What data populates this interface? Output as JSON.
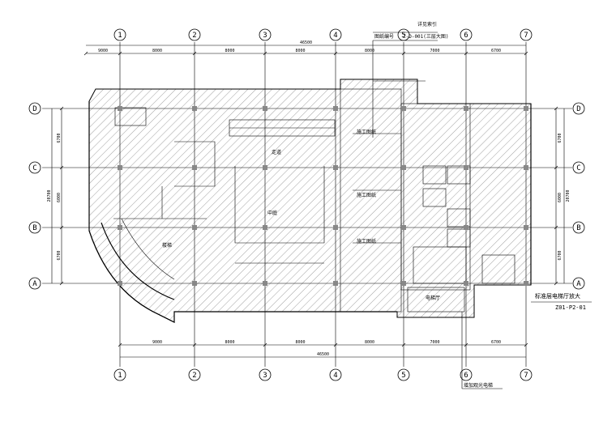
{
  "grid": {
    "columns": [
      "1",
      "2",
      "3",
      "4",
      "5",
      "6",
      "7"
    ],
    "rows": [
      "D",
      "C",
      "B",
      "A"
    ]
  },
  "dimensions": {
    "top_total": "46500",
    "top_spans": [
      "9000",
      "8000",
      "8000",
      "8000",
      "8000",
      "7000",
      "6700"
    ],
    "bottom_total": "46500",
    "bottom_spans": [
      "9000",
      "8000",
      "8000",
      "8000",
      "7000",
      "6700"
    ],
    "left_total": "20700",
    "left_spans": [
      "6700",
      "6000",
      "6700"
    ],
    "right_total": "20700",
    "right_spans": [
      "6700",
      "6000",
      "6700"
    ]
  },
  "title_block": {
    "header": "详见索引",
    "sub": "图纸编号",
    "code": "Z-D-001(三层大图)"
  },
  "labels": {
    "sheet_code": "Z01-P2-01",
    "right_note": "标准层电梯厅放大",
    "bottom_note": "增加观光电梯"
  },
  "rooms": [
    "施工图纸",
    "施工图纸",
    "施工图纸",
    "中庭",
    "楼梯",
    "电梯厅",
    "走道"
  ],
  "colors": {
    "line": "#000000",
    "background": "#ffffff"
  }
}
